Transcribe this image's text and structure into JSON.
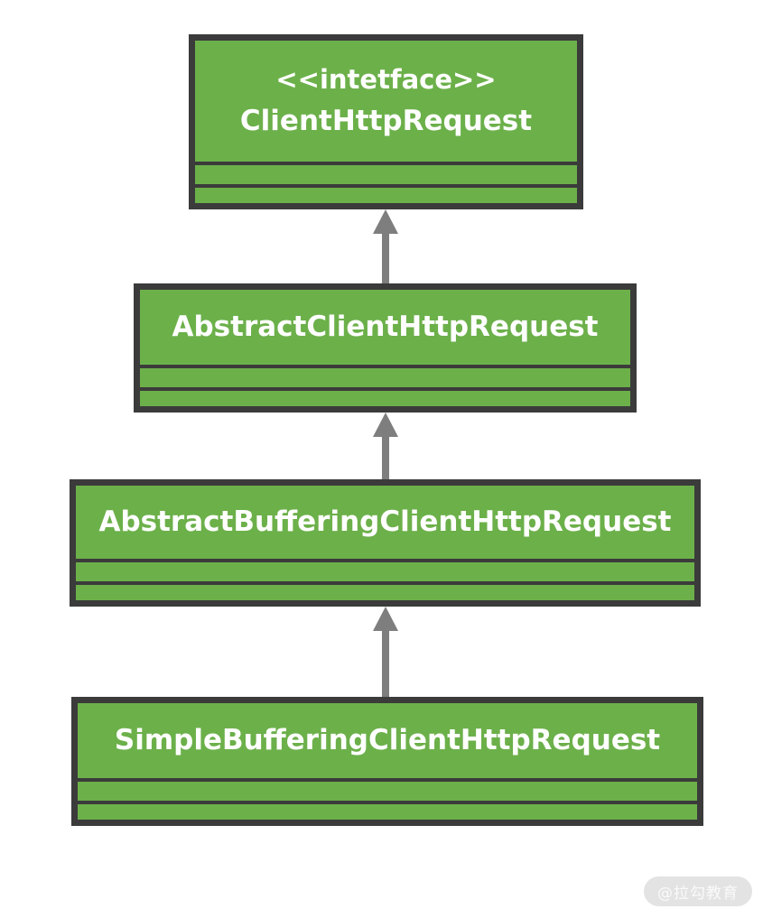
{
  "diagram": {
    "type": "uml-class-inheritance",
    "classes": [
      {
        "id": "client-http-request",
        "stereotype": "<<intetface>>",
        "name": "ClientHttpRequest",
        "compartments_empty": 2
      },
      {
        "id": "abstract-client-http-request",
        "name": "AbstractClientHttpRequest",
        "compartments_empty": 2
      },
      {
        "id": "abstract-buffering-client-http-request",
        "name": "AbstractBufferingClientHttpRequest",
        "compartments_empty": 2
      },
      {
        "id": "simple-buffering-client-http-request",
        "name": "SimpleBufferingClientHttpRequest",
        "compartments_empty": 2
      }
    ],
    "relations": [
      {
        "from": "AbstractClientHttpRequest",
        "to": "ClientHttpRequest",
        "type": "generalization"
      },
      {
        "from": "AbstractBufferingClientHttpRequest",
        "to": "AbstractClientHttpRequest",
        "type": "generalization"
      },
      {
        "from": "SimpleBufferingClientHttpRequest",
        "to": "AbstractBufferingClientHttpRequest",
        "type": "generalization"
      }
    ],
    "colors": {
      "box_fill": "#6cb04a",
      "box_border": "#3b3b3b",
      "arrow": "#7e7e7e",
      "title_text": "#ffffff",
      "background": "#ffffff",
      "watermark_bg": "#e3e3e3",
      "watermark_text": "#fafafa"
    }
  },
  "watermark": {
    "label": "@拉勾教育"
  }
}
